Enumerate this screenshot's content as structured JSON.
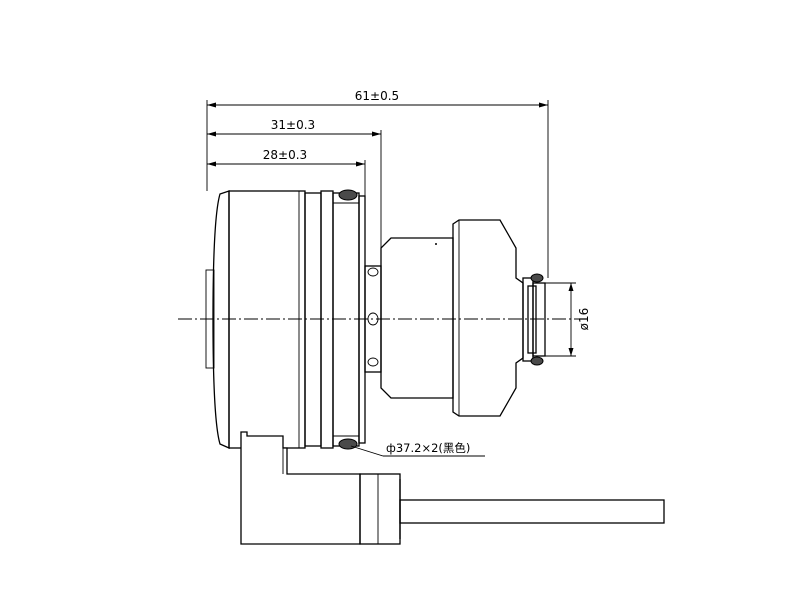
{
  "dimensions": {
    "overall_length": "61±0.5",
    "flange_length": "31±0.3",
    "body_length": "28±0.3",
    "shaft_diameter": "ø16"
  },
  "notes": {
    "oring_spec": "ф37.2×2(黑色)"
  },
  "colors": {
    "line": "#000000",
    "background": "#ffffff",
    "oring_fill": "#4a4a4a"
  }
}
